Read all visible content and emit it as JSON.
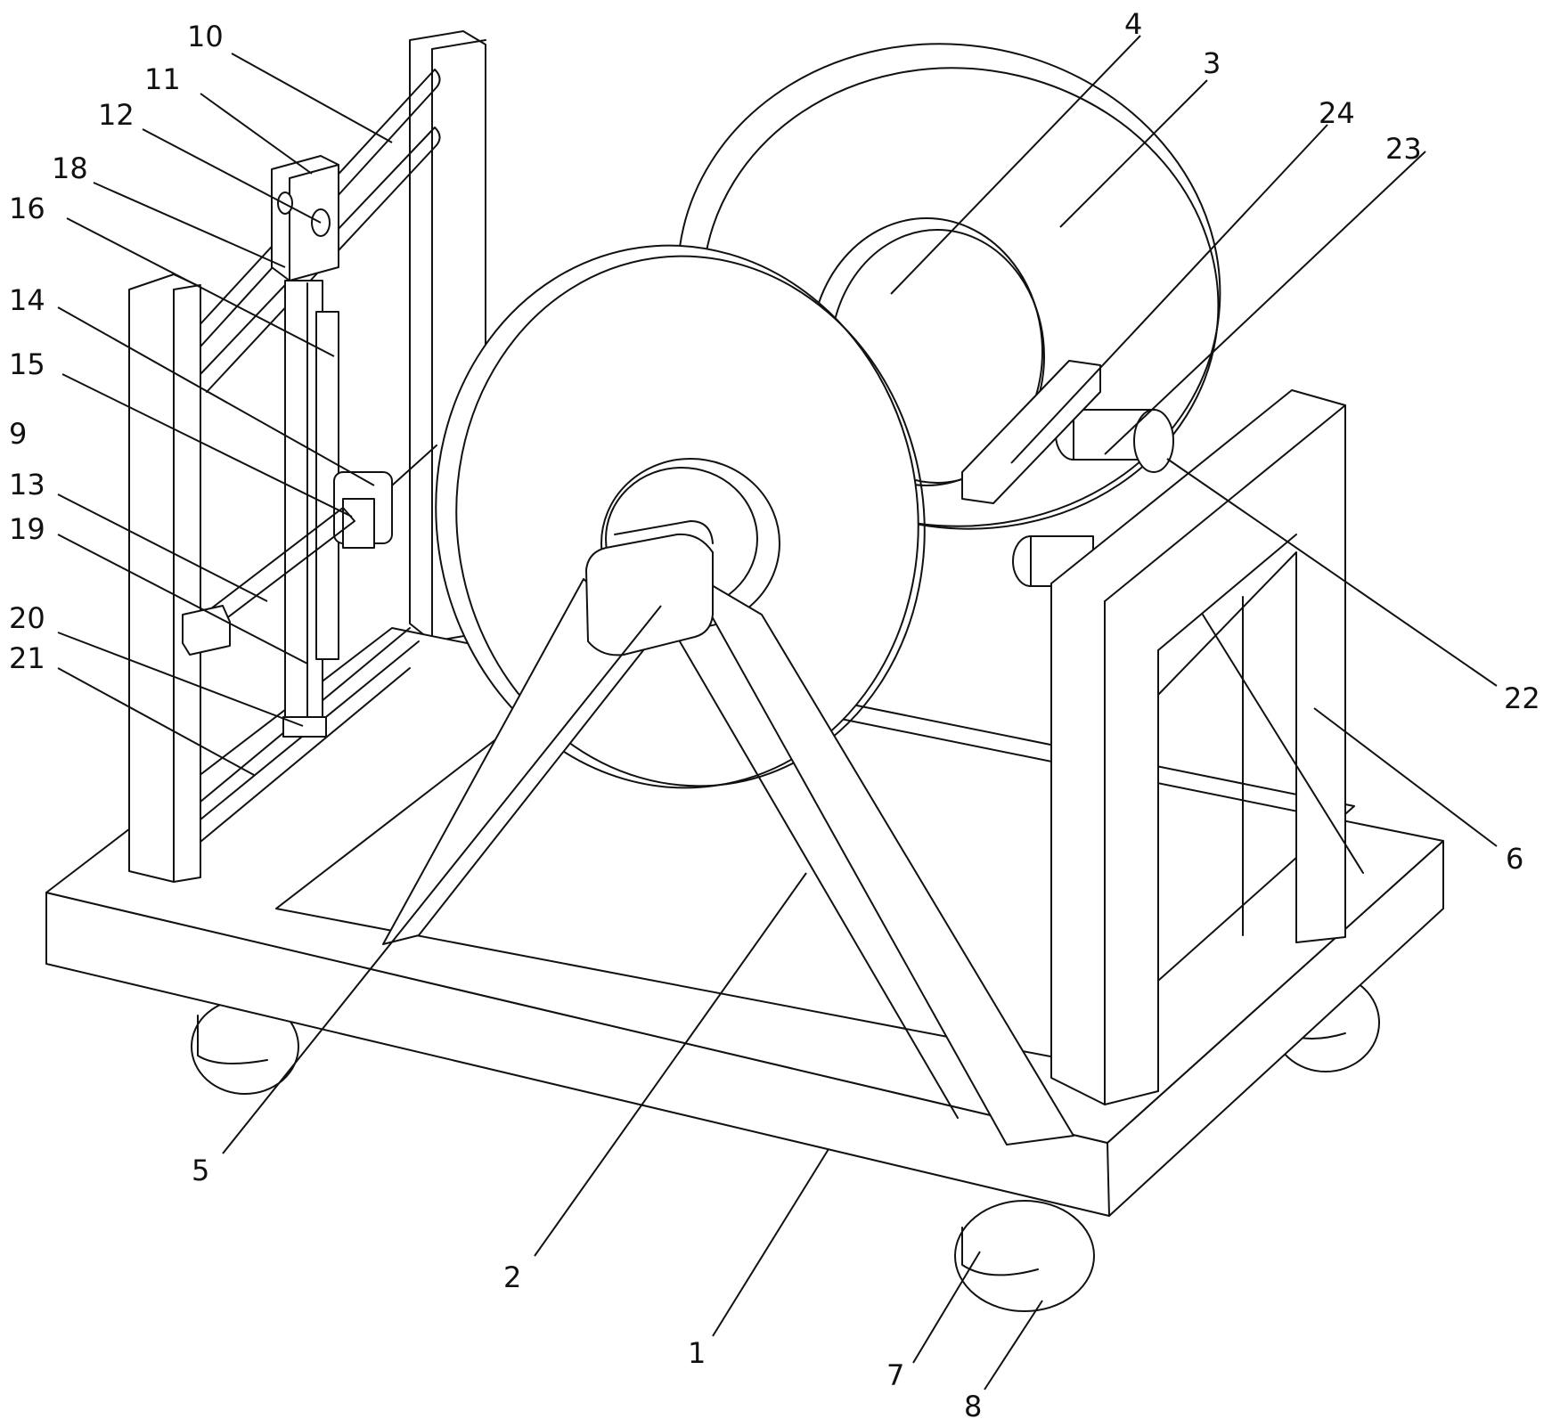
{
  "labels": {
    "l1": "1",
    "l2": "2",
    "l3": "3",
    "l4": "4",
    "l5": "5",
    "l6": "6",
    "l7": "7",
    "l8": "8",
    "l9": "9",
    "l10": "10",
    "l11": "11",
    "l12": "12",
    "l13": "13",
    "l14": "14",
    "l15": "15",
    "l16": "16",
    "l18": "18",
    "l19": "19",
    "l20": "20",
    "l21": "21",
    "l22": "22",
    "l23": "23",
    "l24": "24"
  }
}
